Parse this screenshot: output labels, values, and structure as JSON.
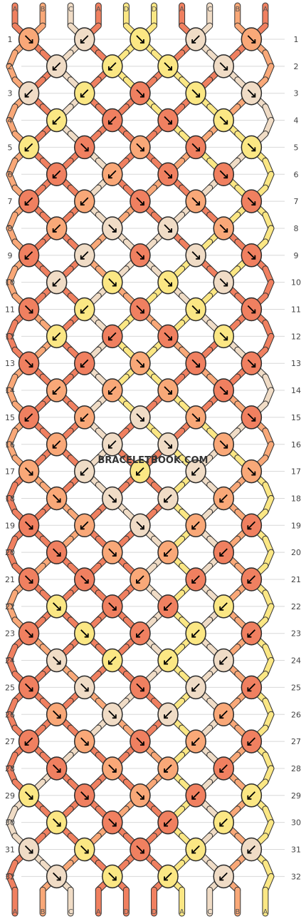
{
  "watermark": "BRACELETBOOK.COM",
  "colors": {
    "A": "#f08060",
    "B": "#f9a878",
    "C": "#f0dcc6",
    "D": "#fbe784",
    "outline": "#2a2a2a",
    "grid": "#d8d8d8"
  },
  "strands_top": [
    "A",
    "B",
    "C",
    "A",
    "D",
    "D",
    "A",
    "C",
    "B",
    "A"
  ],
  "strands_bottom": [
    "A",
    "B",
    "C",
    "A",
    "D",
    "D",
    "A",
    "C",
    "B",
    "A"
  ],
  "rows": [
    "1",
    "2",
    "3",
    "4",
    "5",
    "6",
    "7",
    "8",
    "9",
    "10",
    "11",
    "12",
    "13",
    "14",
    "15",
    "16",
    "17",
    "18",
    "19",
    "20",
    "21",
    "22",
    "23",
    "24",
    "25",
    "26",
    "27",
    "28",
    "29",
    "30",
    "31",
    "32"
  ],
  "knots": [
    [
      "B>",
      "C<",
      "D>",
      "C<",
      "B>"
    ],
    [
      "C<",
      "D<",
      "D>",
      "C>"
    ],
    [
      "C<",
      "D<",
      "A>",
      "D>",
      "C>"
    ],
    [
      "D<",
      "A<",
      "A>",
      "D>"
    ],
    [
      "D<",
      "A>",
      "B>",
      "A>",
      "D>"
    ],
    [
      "A<",
      "B<",
      "A>",
      "A>"
    ],
    [
      "A<",
      "B<",
      "A>",
      "B>",
      "A>"
    ],
    [
      "B<",
      "C>",
      "C>",
      "B>"
    ],
    [
      "A<",
      "C<",
      "A>",
      "C>",
      "A>"
    ],
    [
      "C<",
      "D>",
      "D>",
      "C>"
    ],
    [
      "A>",
      "D<",
      "A>",
      "D>",
      "A>"
    ],
    [
      "D<",
      "A<",
      "A>",
      "D>"
    ],
    [
      "A>",
      "A<",
      "B>",
      "A>",
      "A>"
    ],
    [
      "B<",
      "B<",
      "B>",
      "A>"
    ],
    [
      "A<",
      "B<",
      "C>",
      "B>",
      "A>"
    ],
    [
      "B<",
      "C<",
      "C>",
      "B>"
    ],
    [
      "B>",
      "C<",
      "D<",
      "C<",
      "B>"
    ],
    [
      "B>",
      "C>",
      "C<",
      "B<"
    ],
    [
      "A>",
      "B<",
      "C>",
      "B<",
      "A<"
    ],
    [
      "A>",
      "B>",
      "B<",
      "A<"
    ],
    [
      "A>",
      "A>",
      "B<",
      "A<",
      "A<"
    ],
    [
      "D>",
      "A>",
      "A<",
      "D<"
    ],
    [
      "A>",
      "D>",
      "A<",
      "D<",
      "A<"
    ],
    [
      "C>",
      "D<",
      "D<",
      "C<"
    ],
    [
      "A>",
      "C>",
      "A>",
      "C<",
      "A<"
    ],
    [
      "B>",
      "C>",
      "C<",
      "B<"
    ],
    [
      "A<",
      "B>",
      "A>",
      "B<",
      "A<"
    ],
    [
      "A>",
      "B>",
      "B<",
      "A<"
    ],
    [
      "D>",
      "A>",
      "B>",
      "A<",
      "D<"
    ],
    [
      "D>",
      "A>",
      "A<",
      "D<"
    ],
    [
      "C>",
      "D>",
      "A>",
      "D<",
      "C<"
    ],
    [
      "C>",
      "D>",
      "D<",
      "C<"
    ]
  ]
}
